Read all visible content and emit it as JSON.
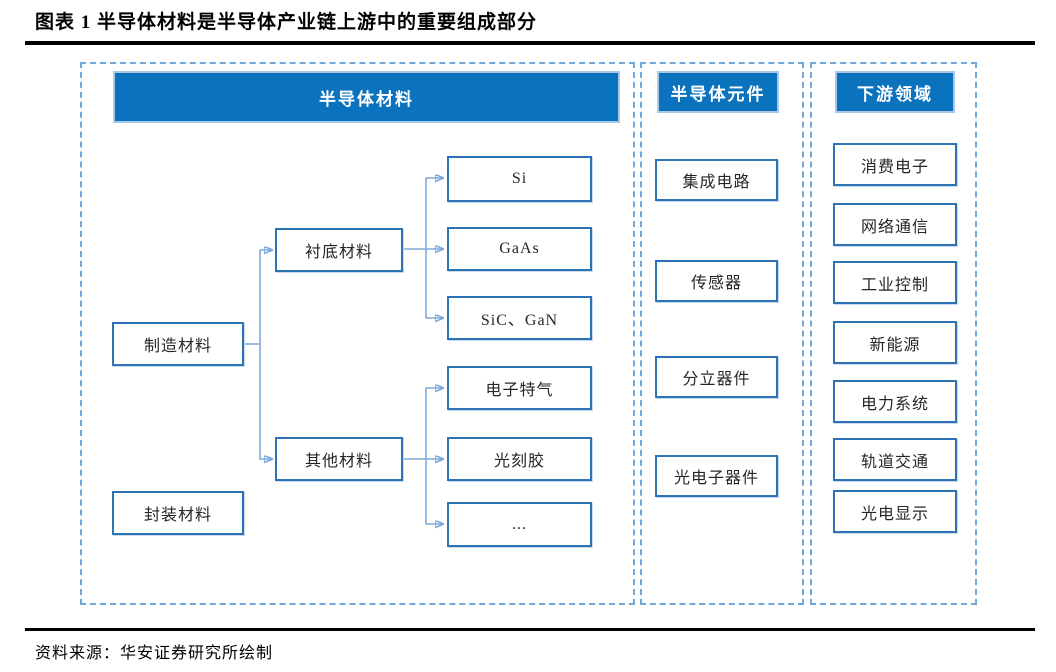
{
  "title": "图表 1 半导体材料是半导体产业链上游中的重要组成部分",
  "source": "资料来源：华安证券研究所绘制",
  "colors": {
    "header_fill": "#0b72be",
    "header_border": "#a7c9e8",
    "header_text": "#ffffff",
    "node_border": "#2e74b5",
    "node_text": "#262626",
    "panel_dashed_border": "#6fa8dc",
    "connector_line": "#7ea9dc",
    "connector_arrow": "#4e88c7",
    "rule": "#000000"
  },
  "diagram": {
    "materials": {
      "header": "半导体材料",
      "col1": [
        "制造材料",
        "封装材料"
      ],
      "col2": [
        "衬底材料",
        "其他材料"
      ],
      "substrate_children": [
        "Si",
        "GaAs",
        "SiC、GaN"
      ],
      "other_children": [
        "电子特气",
        "光刻胶",
        "..."
      ],
      "edges": [
        "制造材料→衬底材料",
        "制造材料→其他材料",
        "衬底材料→Si",
        "衬底材料→GaAs",
        "衬底材料→SiC、GaN",
        "其他材料→电子特气",
        "其他材料→光刻胶",
        "其他材料→..."
      ]
    },
    "components": {
      "header": "半导体元件",
      "items": [
        "集成电路",
        "传感器",
        "分立器件",
        "光电子器件"
      ]
    },
    "downstream": {
      "header": "下游领域",
      "items": [
        "消费电子",
        "网络通信",
        "工业控制",
        "新能源",
        "电力系统",
        "轨道交通",
        "光电显示"
      ]
    }
  }
}
